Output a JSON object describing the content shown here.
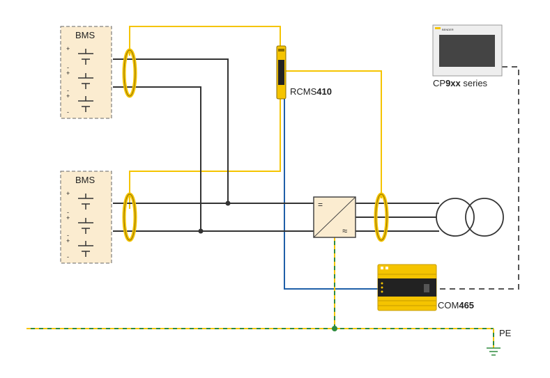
{
  "diagram": {
    "bms_top": {
      "title": "BMS",
      "terminals": [
        "+",
        "-",
        "+",
        "-",
        "+",
        "-"
      ]
    },
    "bms_bottom": {
      "title": "BMS",
      "terminals": [
        "+",
        "-",
        "+",
        "-",
        "+",
        "-"
      ]
    },
    "rcms": {
      "prefix": "RCMS",
      "model": "410"
    },
    "cp": {
      "prefix": "CP",
      "model": "9xx",
      "suffix": " series",
      "logo_text": "BENDER"
    },
    "com": {
      "prefix": "COM",
      "model": "465"
    },
    "pe": {
      "label": "PE"
    },
    "converter": {
      "dc_symbol": "=",
      "ac_symbol": "≈"
    },
    "colors": {
      "yellow": "#f5c400",
      "blue": "#1f5fa8",
      "green": "#2e8b3e",
      "dark": "#333333",
      "bms_fill": "#fbecd0",
      "gray": "#555555"
    }
  }
}
